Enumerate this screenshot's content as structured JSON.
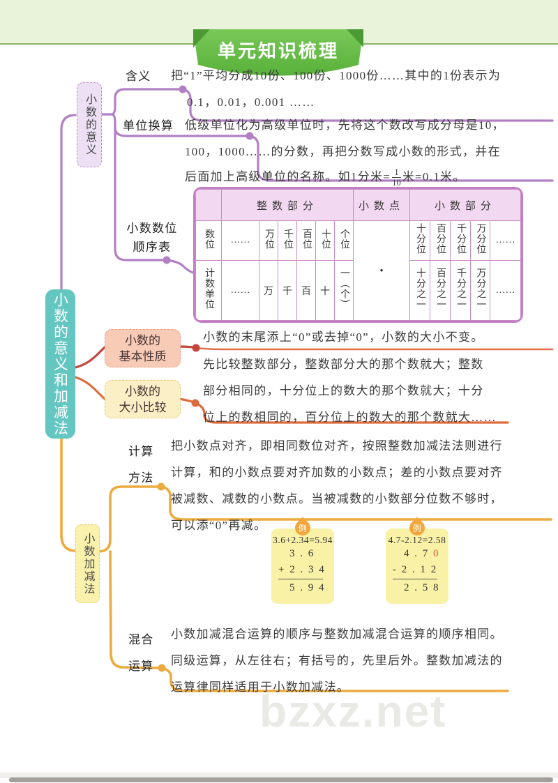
{
  "banner": {
    "title": "单元知识梳理"
  },
  "root": {
    "label": "小数的意义和加减法"
  },
  "meaning": {
    "node": "小数的意义",
    "hanyi": {
      "label": "含义",
      "line1": "把“1”平均分成10份、100份、1000份……其中的1份表示为",
      "line2": "0.1，0.01，0.001 ……"
    },
    "danwei": {
      "label": "单位换算",
      "line1": "低级单位化为高级单位时，先将这个数改写成分母是10，",
      "line2": "100，1000……的分数，再把分数写成小数的形式，并在",
      "line3_pre": "后面加上高级单位的名称。如1分米=",
      "frac_num": "1",
      "frac_den": "10",
      "line3_post": "米=0.1米。"
    },
    "shunxu": {
      "label1": "小数数位",
      "label2": "顺序表"
    }
  },
  "table": {
    "header_integer": "整数部分",
    "header_point": "小数点",
    "header_decimal": "小数部分",
    "label_digit": "数位",
    "label_unit": "计数单位",
    "digit_row": [
      "……",
      "万位",
      "千位",
      "百位",
      "十位",
      "个位"
    ],
    "unit_row": [
      "……",
      "万",
      "千",
      "百",
      "十",
      "一（个）"
    ],
    "dec_digit_row": [
      "十分位",
      "百分位",
      "千分位",
      "万分位",
      "……"
    ],
    "dec_unit_row": [
      "十分之一",
      "百分之一",
      "千分之一",
      "万分之一",
      "……"
    ],
    "point": "·"
  },
  "properties": {
    "node1": "小数的",
    "node2": "基本性质",
    "text": "小数的末尾添上“0”或去掉“0”，小数的大小不变。"
  },
  "compare": {
    "node1": "小数的",
    "node2": "大小比较",
    "line1": "先比较整数部分，整数部分大的那个数就大；整数",
    "line2": "部分相同的，十分位上的数大的那个数就大；十分",
    "line3": "位上的数相同的，百分位上的数大的那个数就大……"
  },
  "addsub": {
    "node": "小数加减法",
    "method": {
      "label1": "计算",
      "label2": "方法",
      "line1": "把小数点对齐，即相同数位对齐，按照整数加减法法则进行",
      "line2": "计算，和的小数点要对齐加数的小数点；差的小数点要对齐",
      "line3": "被减数、减数的小数点。当被减数的小数部分位数不够时，",
      "line4": "可以添“0”再减。"
    },
    "example1": {
      "badge": "例",
      "equation": "3.6+2.34=5.94",
      "addend1": "3 . 6",
      "addend2": "+ 2 . 3 4",
      "sum": "5 . 9 4"
    },
    "example2": {
      "badge": "例",
      "equation": "4.7-2.12=2.58",
      "minuend": "4 . 7 ",
      "minuend_red": "0",
      "subtrahend": "- 2 . 1 2",
      "difference": "2 . 5 8"
    },
    "mixed": {
      "label1": "混合",
      "label2": "运算",
      "line1": "小数加减混合运算的顺序与整数加减混合运算的顺序相同。",
      "line2": "同级运算，从左往右；有括号的，先里后外。整数加减法的",
      "line3": "运算律同样适用于小数加减法。"
    }
  },
  "watermark": "bzxz.net",
  "colors": {
    "banner_green": "#66bb45",
    "root_teal": "#64c6c1",
    "branch_purple": "#b180c4",
    "branch_red": "#c4463b",
    "branch_orange": "#dd6b3b",
    "branch_amber": "#ecab3f",
    "table_purple": "#c47ec4"
  }
}
